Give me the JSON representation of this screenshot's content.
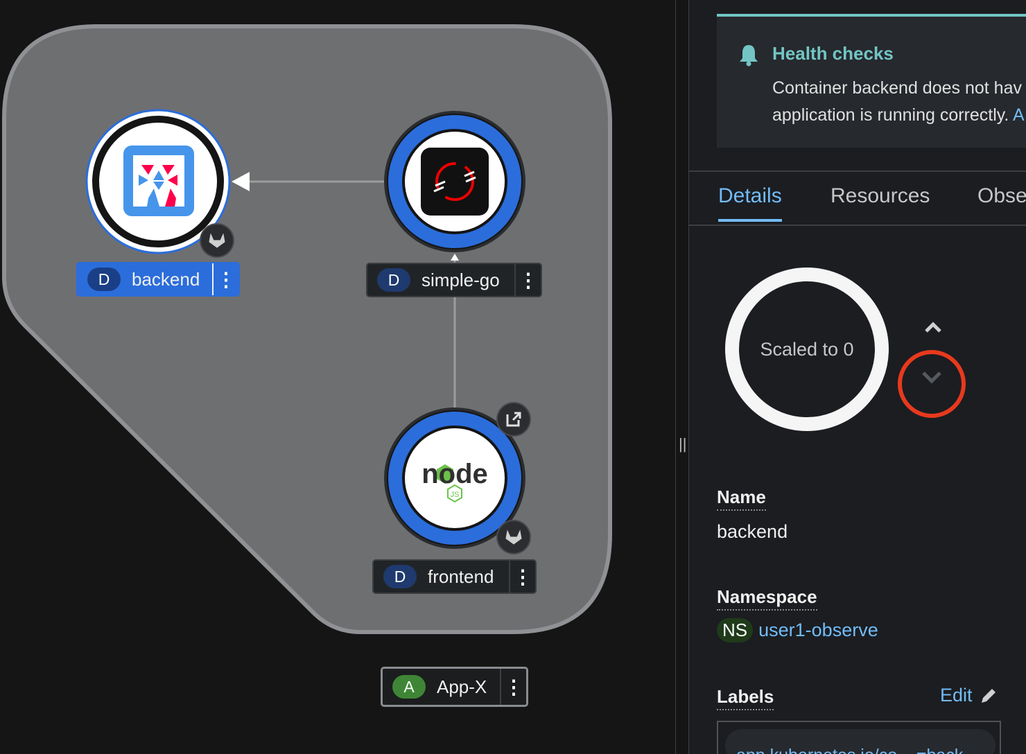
{
  "topology": {
    "nodes": [
      {
        "id": "backend",
        "badge": "D",
        "name": "backend",
        "icon": "quarkus-icon",
        "selected": true
      },
      {
        "id": "simple-go",
        "badge": "D",
        "name": "simple-go",
        "icon": "openshift-icon",
        "selected": false
      },
      {
        "id": "frontend",
        "badge": "D",
        "name": "frontend",
        "icon": "nodejs-icon",
        "selected": false
      }
    ],
    "application": {
      "badge": "A",
      "name": "App-X"
    },
    "kebab": "⋮",
    "nodejs_word": "node",
    "nodejs_sub": "JS"
  },
  "side_panel": {
    "alert": {
      "title": "Health checks",
      "line1": "Container backend does not hav",
      "line2": "application is running correctly.",
      "link": "A"
    },
    "tabs": [
      "Details",
      "Resources",
      "Obse"
    ],
    "active_tab": "Details",
    "pod_status": "Scaled to 0",
    "fields": {
      "name_label": "Name",
      "name_value": "backend",
      "namespace_label": "Namespace",
      "namespace_badge": "NS",
      "namespace_value": "user1-observe",
      "labels_label": "Labels",
      "edit_label": "Edit",
      "label_chip": "app.kubernetes.io/co... =back..."
    }
  },
  "colors": {
    "accent_blue": "#2b6ddb",
    "link_blue": "#73bcf7",
    "alert_teal": "#73c5c5",
    "highlight_red": "#e8391d",
    "group_gray": "#6e6f71"
  }
}
